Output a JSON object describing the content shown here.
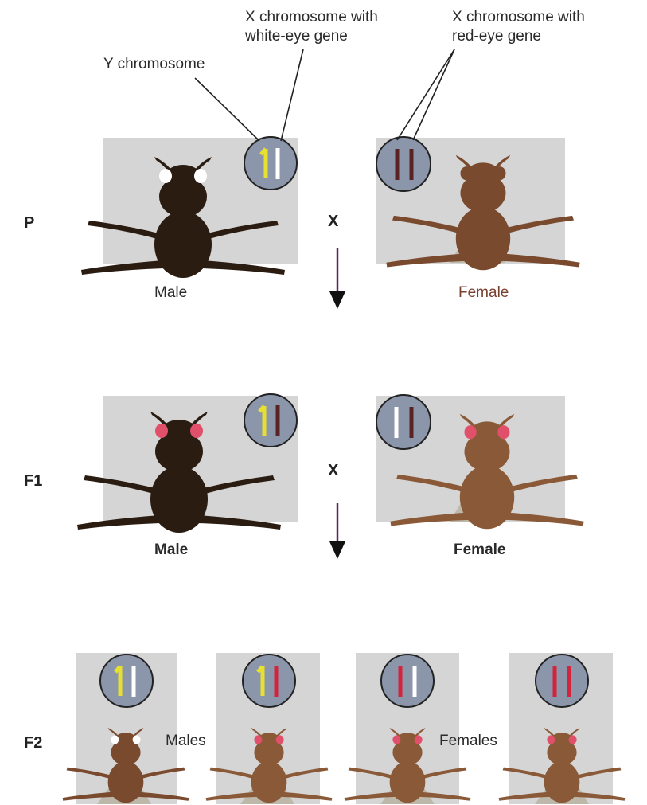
{
  "annotations": {
    "x_white": [
      "X chromosome with",
      "white-eye gene"
    ],
    "x_red": [
      "X chromosome with",
      "red-eye gene"
    ],
    "y": "Y chromosome"
  },
  "generations": {
    "p": "P",
    "f1": "F1",
    "f2": "F2"
  },
  "cross_symbol": "X",
  "labels": {
    "p_male": "Male",
    "p_female": "Female",
    "f1_male": "Male",
    "f1_female": "Female",
    "f2_males": "Males",
    "f2_females": "Females"
  },
  "colors": {
    "panel": "#d5d5d5",
    "circle": "#8b96aa",
    "y_chrom": "#e8e030",
    "x_white": "#ffffff",
    "x_red": "#d4243c",
    "x_dark_red": "#5a2222",
    "fly_dark": "#2b1c12",
    "fly_brown": "#7a4a2e",
    "fly_mid": "#8a5a38",
    "eye_red": "#e0506a",
    "arrow": "#5a2a5e",
    "female_label": "#7a4030"
  },
  "icons": {
    "generation_arrow": "down-arrow-icon",
    "karyotype": "chromosome-circle-icon",
    "organism": "fruit-fly-icon"
  }
}
